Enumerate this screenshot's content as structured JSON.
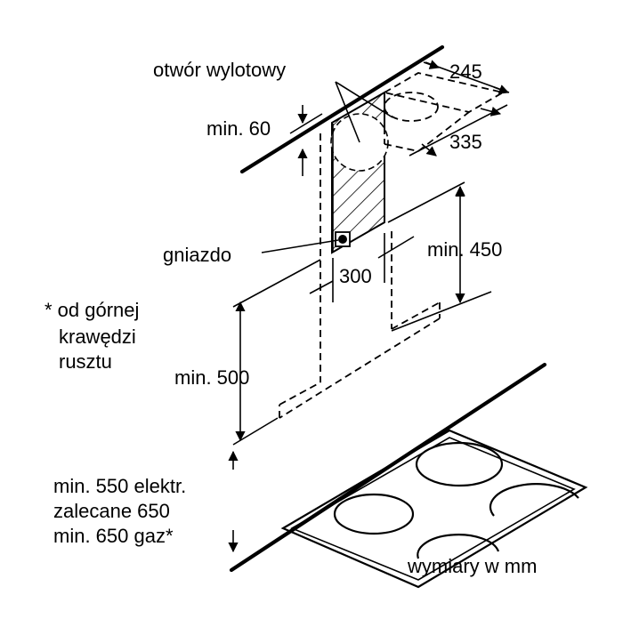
{
  "labels": {
    "outlet": "otwór wylotowy",
    "min60": "min. 60",
    "dim245": "245",
    "dim335": "335",
    "socket": "gniazdo",
    "dim300": "300",
    "min450": "min. 450",
    "note_line1": "* od górnej",
    "note_line2": "krawędzi",
    "note_line3": "rusztu",
    "min500": "min. 500",
    "bottom_line1": "min. 550 elektr.",
    "bottom_line2": "zalecane 650",
    "bottom_line3": "min. 650 gaz*",
    "units": "wymiary w mm"
  }
}
